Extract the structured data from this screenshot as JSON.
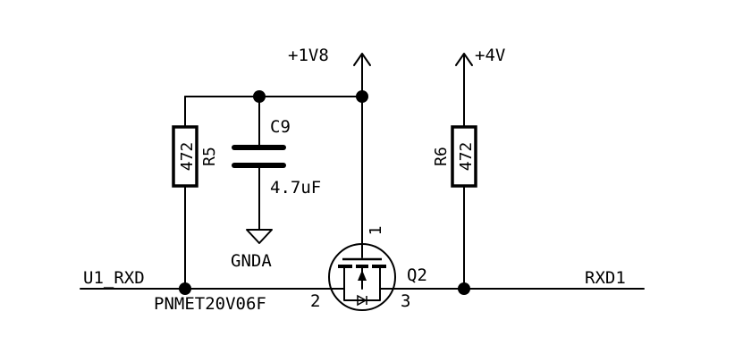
{
  "power": {
    "v1v8": "+1V8",
    "v4v": "+4V"
  },
  "ground": {
    "label": "GNDA"
  },
  "capacitor": {
    "ref": "C9",
    "value": "4.7uF"
  },
  "resistors": [
    {
      "ref": "R5",
      "value": "472"
    },
    {
      "ref": "R6",
      "value": "472"
    }
  ],
  "transistor": {
    "ref": "Q2",
    "part": "PNMET20V06F",
    "pin1": "1",
    "pin2": "2",
    "pin3": "3"
  },
  "nets": {
    "left": "U1_RXD",
    "right": "RXD1"
  }
}
